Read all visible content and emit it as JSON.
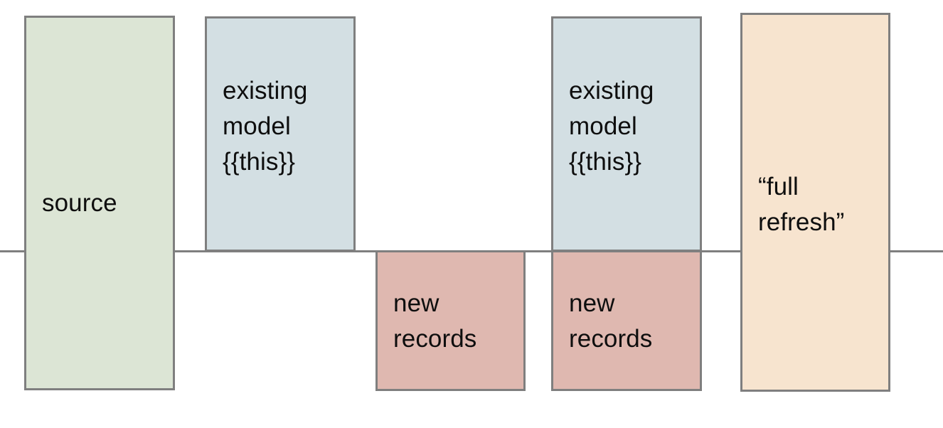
{
  "diagram": {
    "title": "dbt incremental model full refresh diagram",
    "background_color": "#ffffff",
    "border_color": "#7f7f7f",
    "text_color": "#0e0e0e",
    "baseline": {
      "name": "horizontal-divider-line",
      "color": "#7f7f7f"
    },
    "nodes": [
      {
        "id": "source",
        "label": "source",
        "fill": "#dce5d5"
      },
      {
        "id": "existing-model-1",
        "label": "existing\nmodel\n{{this}}",
        "fill": "#d3dfe3"
      },
      {
        "id": "new-records-1",
        "label": "new\nrecords",
        "fill": "#dfb8b0"
      },
      {
        "id": "existing-model-2",
        "label": "existing\nmodel\n{{this}}",
        "fill": "#d3dfe3"
      },
      {
        "id": "new-records-2",
        "label": "new\nrecords",
        "fill": "#dfb8b0"
      },
      {
        "id": "full-refresh",
        "label": "“full\nrefresh”",
        "fill": "#f7e4cf"
      }
    ]
  }
}
